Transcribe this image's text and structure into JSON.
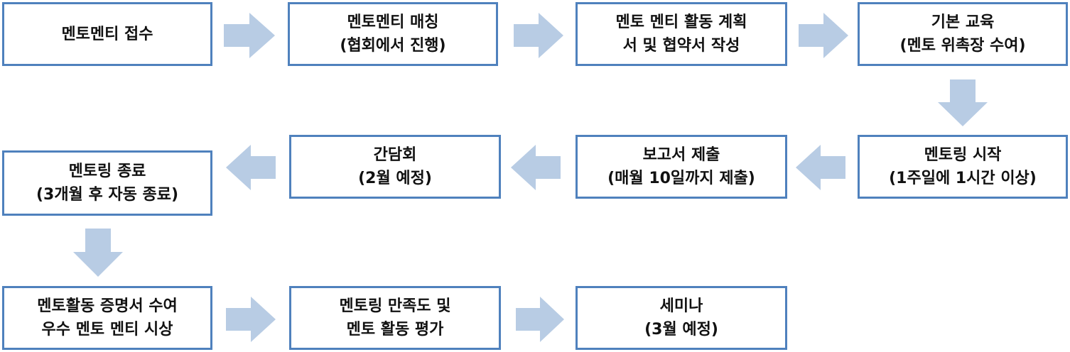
{
  "arrow_color": "#b8cce4",
  "border_color": "#4f81bd",
  "steps": [
    {
      "line1": "멘토멘티 접수",
      "line2": ""
    },
    {
      "line1": "멘토멘티 매칭",
      "line2": "(협회에서 진행)"
    },
    {
      "line1": "멘토 멘티 활동 계획",
      "line2": "서 및 협약서 작성"
    },
    {
      "line1": "기본 교육",
      "line2": "(멘토 위촉장 수여)"
    },
    {
      "line1": "멘토링 시작",
      "line2": "(1주일에 1시간 이상)"
    },
    {
      "line1": "보고서 제출",
      "line2": "(매월 10일까지 제출)"
    },
    {
      "line1": "간담회",
      "line2": "(2월 예정)"
    },
    {
      "line1": "멘토링 종료",
      "line2": "(3개월 후 자동 종료)"
    },
    {
      "line1": "멘토활동 증명서 수여",
      "line2": "우수 멘토 멘티 시상"
    },
    {
      "line1": "멘토링 만족도 및",
      "line2": "멘토 활동 평가"
    },
    {
      "line1": "세미나",
      "line2": "(3월 예정)"
    }
  ]
}
